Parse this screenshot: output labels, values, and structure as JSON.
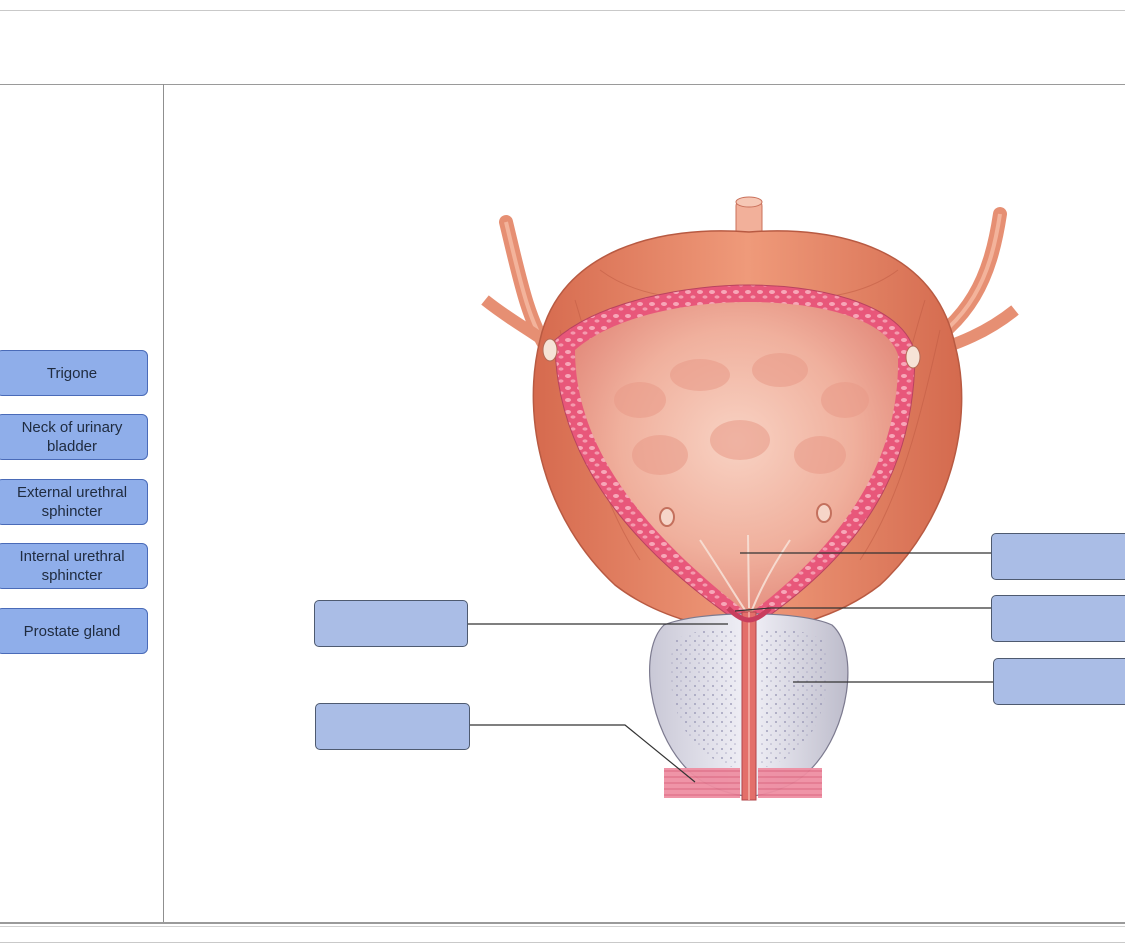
{
  "label_bank": {
    "items": [
      {
        "id": "trigone",
        "label": "Trigone"
      },
      {
        "id": "neck",
        "label": "Neck of urinary bladder"
      },
      {
        "id": "external",
        "label": "External urethral sphincter"
      },
      {
        "id": "internal",
        "label": "Internal urethral sphincter"
      },
      {
        "id": "prostate",
        "label": "Prostate gland"
      }
    ]
  },
  "drop_targets": [
    {
      "id": "target-right-1",
      "value": ""
    },
    {
      "id": "target-right-2",
      "value": ""
    },
    {
      "id": "target-right-3",
      "value": ""
    },
    {
      "id": "target-left-1",
      "value": ""
    },
    {
      "id": "target-left-2",
      "value": ""
    }
  ],
  "colors": {
    "label_fill": "#8faeea",
    "label_border": "#4a6bb8",
    "target_fill": "#aabde6",
    "target_border": "#4e5a70",
    "bladder_muscle": "#e48a6b",
    "bladder_lumen": "#f2b8a4",
    "prostate": "#e9e8f2"
  }
}
